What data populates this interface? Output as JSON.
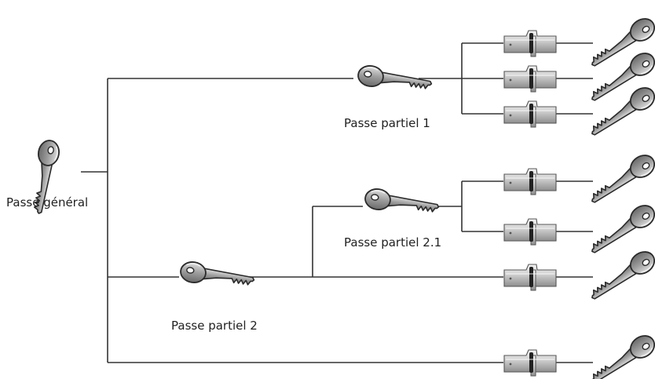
{
  "labels": {
    "master_key": "Passe général",
    "partial_1": "Passe partiel 1",
    "partial_2_1": "Passe partiel 2.1",
    "partial_2": "Passe partiel 2"
  },
  "icons": {
    "key": "key-icon",
    "cylinder": "lock-cylinder-icon"
  },
  "colors": {
    "lines": "#333333",
    "key_fill": "#9a9a9a",
    "cylinder_fill": "#cfcfcf"
  }
}
